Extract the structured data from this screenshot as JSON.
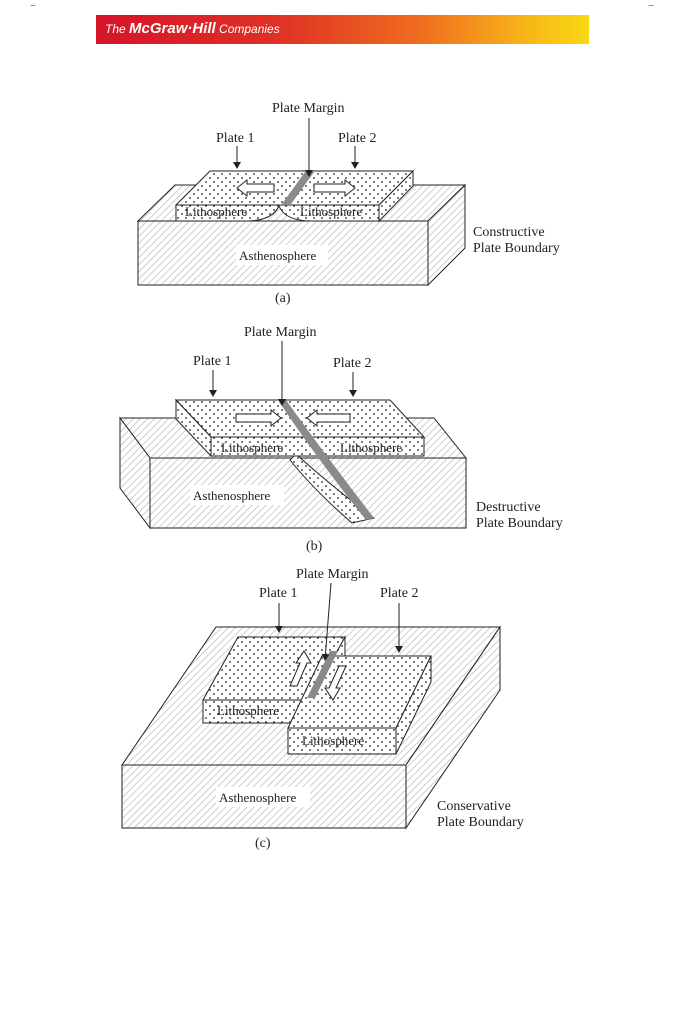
{
  "header": {
    "the": "The ",
    "brand": "McGraw·Hill",
    "companies": " Companies"
  },
  "corner_marks": {
    "left": "–",
    "right": "–"
  },
  "figures": [
    {
      "plate_margin": "Plate Margin",
      "plate1": "Plate 1",
      "plate2": "Plate 2",
      "lithosphere_left": "Lithosphere",
      "lithosphere_right": "Lithosphere",
      "asthenosphere": "Asthenosphere",
      "boundary_line1": "Constructive",
      "boundary_line2": "Plate Boundary",
      "caption": "(a)"
    },
    {
      "plate_margin": "Plate Margin",
      "plate1": "Plate 1",
      "plate2": "Plate 2",
      "lithosphere_left": "Lithosphere",
      "lithosphere_right": "Lithosphere",
      "asthenosphere": "Asthenosphere",
      "boundary_line1": "Destructive",
      "boundary_line2": "Plate Boundary",
      "caption": "(b)"
    },
    {
      "plate_margin": "Plate Margin",
      "plate1": "Plate 1",
      "plate2": "Plate 2",
      "lithosphere_left": "Lithosphere",
      "lithosphere_right": "Lithosphere",
      "asthenosphere": "Asthenosphere",
      "boundary_line1": "Conservative",
      "boundary_line2": "Plate Boundary",
      "caption": "(c)"
    }
  ],
  "colors": {
    "banner_red": "#d5142a",
    "banner_yellow": "#f9d814",
    "margin_gray": "#8a8a8a",
    "hatch": "#b5b5b5"
  }
}
